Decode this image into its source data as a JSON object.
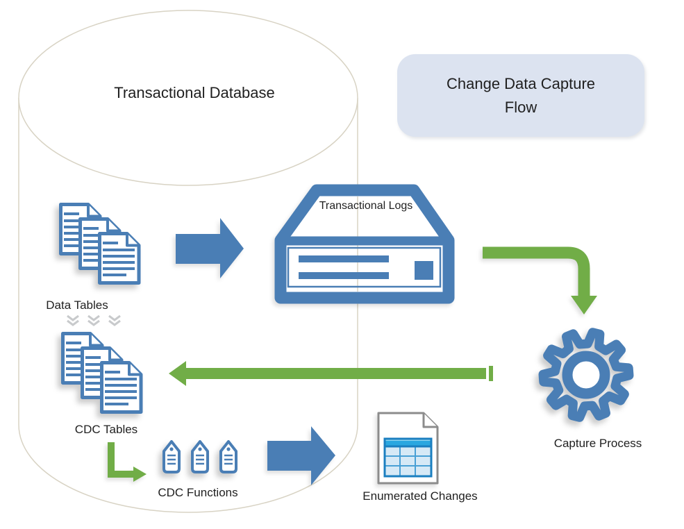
{
  "title_box": {
    "label": "Change Data Capture Flow"
  },
  "database": {
    "label": "Transactional Database"
  },
  "nodes": {
    "data_tables": {
      "label": "Data Tables"
    },
    "cdc_tables": {
      "label": "CDC Tables"
    },
    "cdc_functions": {
      "label": "CDC Functions"
    },
    "transactional_logs": {
      "label": "Transactional Logs"
    },
    "capture_process": {
      "label": "Capture Process"
    },
    "enumerated_changes": {
      "label": "Enumerated Changes"
    }
  },
  "colors": {
    "icon_blue": "#4a7eb5",
    "arrow_blue": "#4a7eb5",
    "arrow_green": "#71ad47",
    "title_box_fill": "#dce3f0",
    "cylinder_stroke": "#d8d3c4",
    "chevron_gray": "#c8cacc",
    "doc_outline_gray": "#8c8c8c",
    "table_header_blue": "#2aa7e0",
    "table_cell_blue": "#d6e9f6",
    "table_grid_blue": "#49a0d5",
    "table_border_blue": "#1b7fc0",
    "text_color": "#1f1f1f"
  }
}
